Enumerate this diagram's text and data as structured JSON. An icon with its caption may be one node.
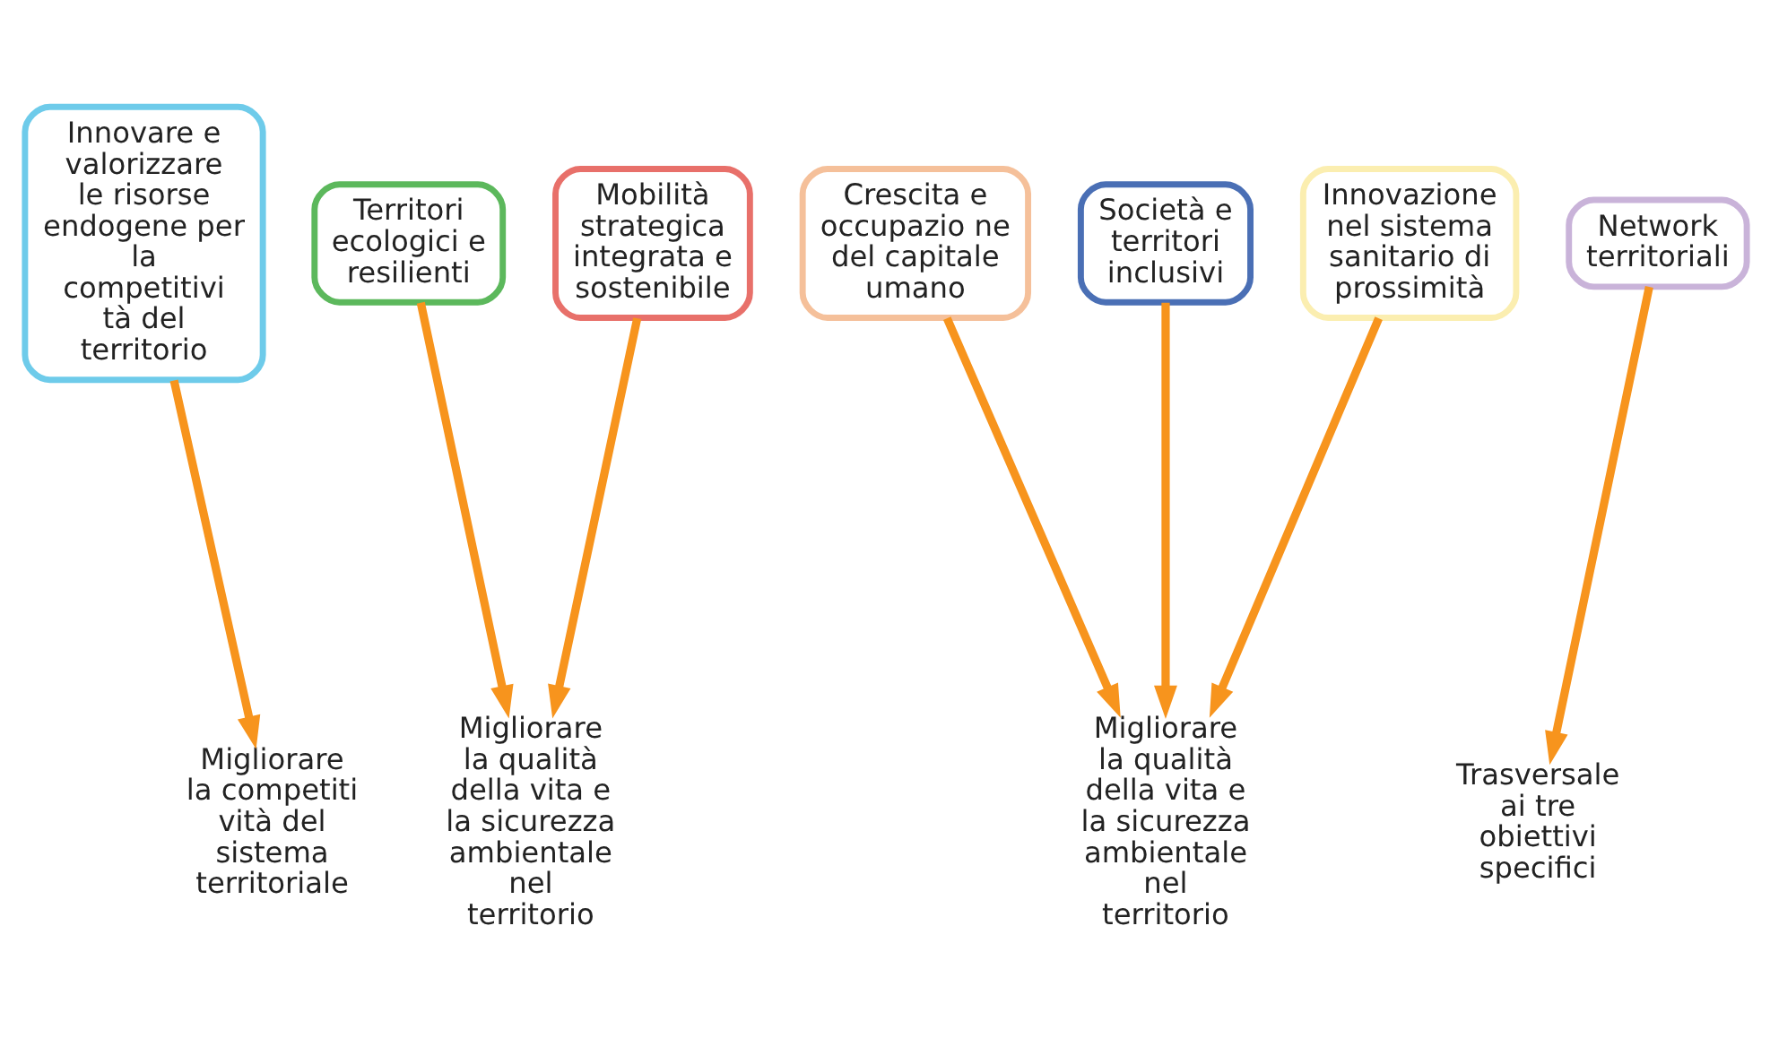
{
  "diagram": {
    "nodes": [
      {
        "text": [
          "Innovare e valorizzare le risorse endogene per la competitivi tà del territorio"
        ]
      },
      {
        "text": [
          "Territori ecologici e resilienti"
        ]
      },
      {
        "text": [
          "Mobilità strategica integrata e sostenibile"
        ]
      },
      {
        "text": [
          "Crescita e occupazio ne del capitale umano"
        ]
      },
      {
        "text": [
          "Società e territori inclusivi"
        ]
      },
      {
        "text": [
          "Innovazione nel sistema sanitario di prossimità"
        ]
      },
      {
        "text": [
          "Network territoriali"
        ]
      },
      {
        "text": [
          "Migliorare la competitività del sistema territoriale"
        ]
      },
      {
        "text": [
          "Migliorare la qualità della vita e la sicurezza ambientale nel territorio"
        ]
      },
      {
        "text": [
          "Migliorare la qualità della vita e la sicurezza ambientale nel territorio"
        ]
      },
      {
        "text": [
          "Trasversale ai tre obiettivi specifici"
        ]
      }
    ],
    "edges": [
      {
        "from": 0,
        "to": 7,
        "arrow": "to"
      },
      {
        "from": 1,
        "to": 8,
        "arrow": "to"
      },
      {
        "from": 2,
        "to": 8,
        "arrow": "to"
      },
      {
        "from": 3,
        "to": 9,
        "arrow": "to"
      },
      {
        "from": 4,
        "to": 9,
        "arrow": "to"
      },
      {
        "from": 5,
        "to": 9,
        "arrow": "to"
      },
      {
        "from": 6,
        "to": 10,
        "arrow": "to"
      }
    ]
  }
}
